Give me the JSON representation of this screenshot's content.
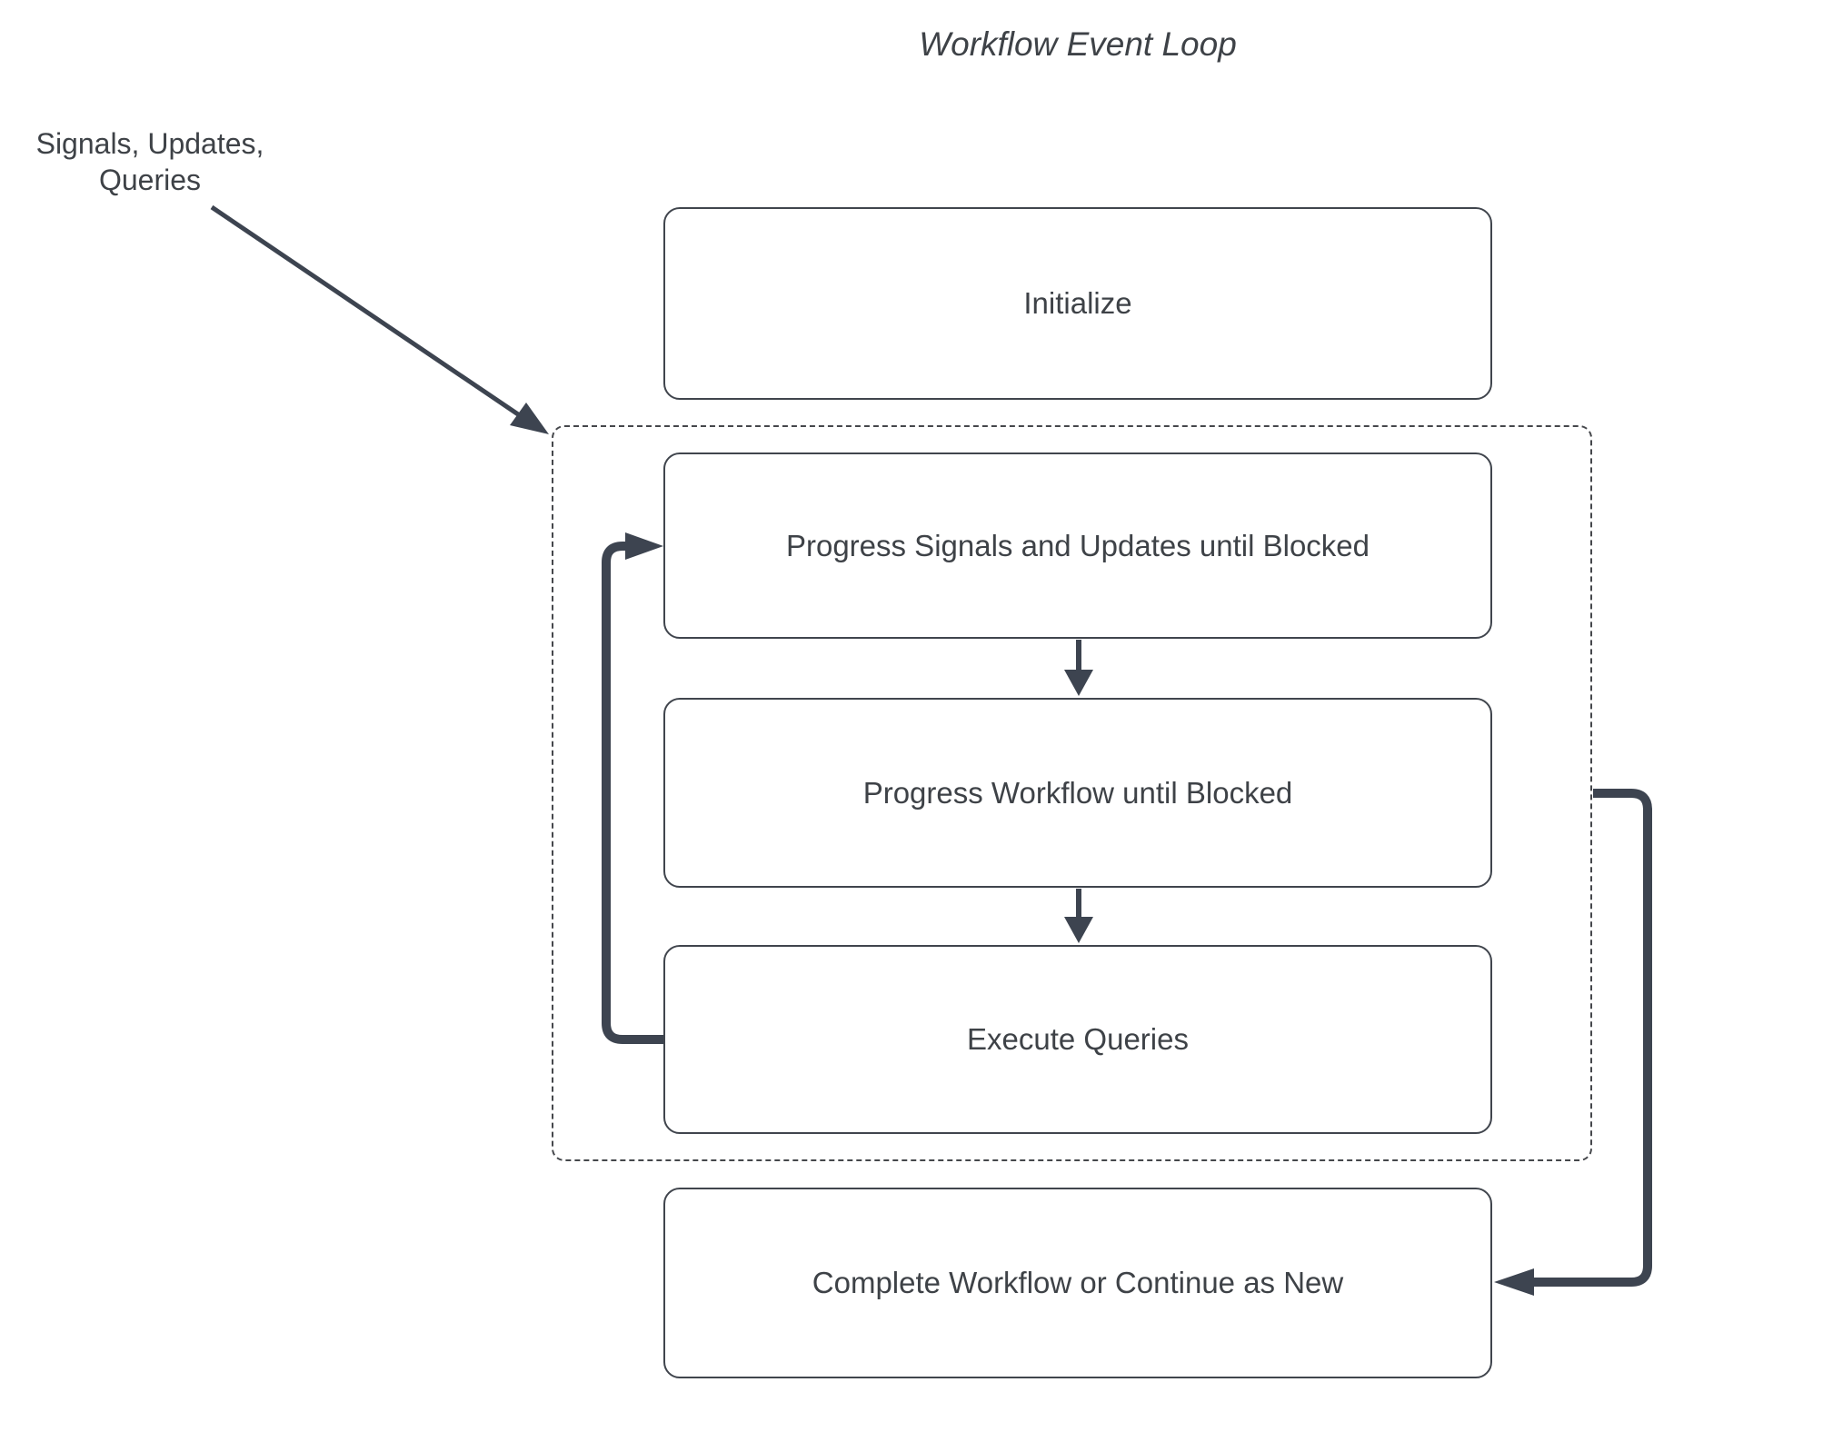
{
  "title": "Workflow Event Loop",
  "external_input": {
    "label_line1": "Signals, Updates,",
    "label_line2": "Queries"
  },
  "nodes": {
    "initialize": "Initialize",
    "progress_signals": "Progress Signals and Updates until Blocked",
    "progress_workflow": "Progress Workflow until Blocked",
    "execute_queries": "Execute Queries",
    "complete": "Complete Workflow or Continue as New"
  },
  "colors": {
    "bg": "#ffffff",
    "arrow": "#3d4450",
    "node_border": "#40454d",
    "text": "#3e4247",
    "dashed_border": "#45474b"
  }
}
